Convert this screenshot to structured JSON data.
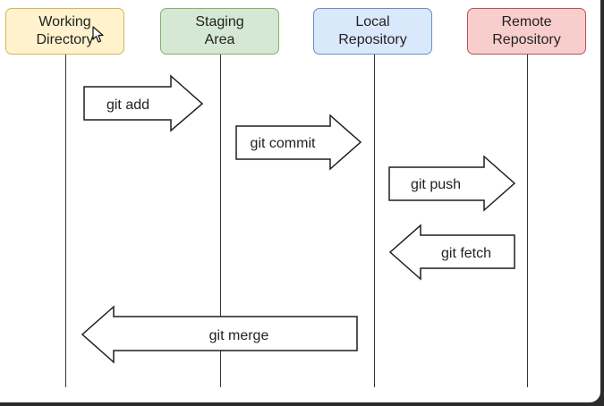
{
  "lanes": [
    {
      "id": "working",
      "label": "Working\nDirectory",
      "fill": "#fff2cc",
      "stroke": "#d6b656"
    },
    {
      "id": "staging",
      "label": "Staging\nArea",
      "fill": "#d5e8d4",
      "stroke": "#82b366"
    },
    {
      "id": "local",
      "label": "Local\nRepository",
      "fill": "#dae8fc",
      "stroke": "#6c8ebf"
    },
    {
      "id": "remote",
      "label": "Remote\nRepository",
      "fill": "#f8cecc",
      "stroke": "#b85450"
    }
  ],
  "arrows": [
    {
      "id": "git-add",
      "label": "git add",
      "from": "working",
      "to": "staging",
      "direction": "right"
    },
    {
      "id": "git-commit",
      "label": "git commit",
      "from": "staging",
      "to": "local",
      "direction": "right"
    },
    {
      "id": "git-push",
      "label": "git push",
      "from": "local",
      "to": "remote",
      "direction": "right"
    },
    {
      "id": "git-fetch",
      "label": "git fetch",
      "from": "remote",
      "to": "local",
      "direction": "left"
    },
    {
      "id": "git-merge",
      "label": "git merge",
      "from": "local",
      "to": "working",
      "direction": "left"
    }
  ],
  "colors": {
    "background": "#ffffff",
    "outer": "#2b2b2b",
    "line": "#333333"
  },
  "icons": {
    "cursor": "mouse-pointer-icon"
  }
}
